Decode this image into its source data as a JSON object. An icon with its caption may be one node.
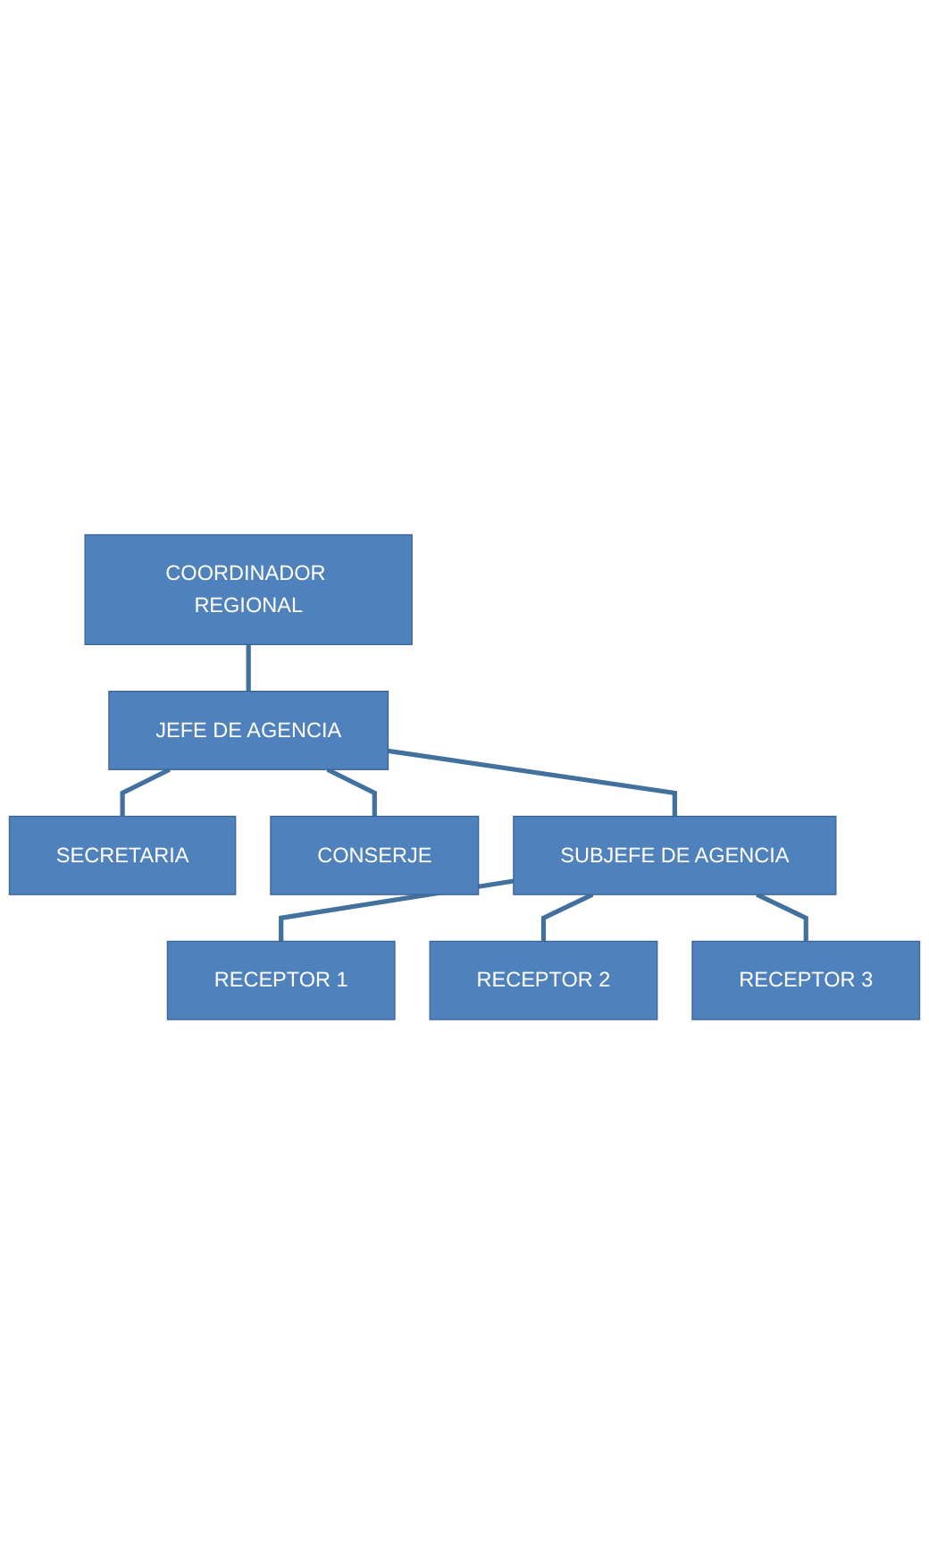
{
  "diagram": {
    "nodes": [
      {
        "text": [
          "COORDINADOR REGIONAL"
        ]
      },
      {
        "text": [
          "JEFE DE AGENCIA"
        ]
      },
      {
        "text": [
          "SECRETARIA"
        ]
      },
      {
        "text": [
          "CONSERJE"
        ]
      },
      {
        "text": [
          "SUBJEFE DE AGENCIA"
        ]
      },
      {
        "text": [
          "RECEPTOR 1"
        ]
      },
      {
        "text": [
          "RECEPTOR 2"
        ]
      },
      {
        "text": [
          "RECEPTOR 3"
        ]
      }
    ],
    "edges": [
      {
        "from": 0,
        "to": 1,
        "arrow": "none"
      },
      {
        "from": 1,
        "to": 2,
        "arrow": "none"
      },
      {
        "from": 1,
        "to": 3,
        "arrow": "none"
      },
      {
        "from": 1,
        "to": 4,
        "arrow": "none"
      },
      {
        "from": 4,
        "to": 5,
        "arrow": "none"
      },
      {
        "from": 4,
        "to": 6,
        "arrow": "none"
      },
      {
        "from": 4,
        "to": 7,
        "arrow": "none"
      }
    ]
  }
}
